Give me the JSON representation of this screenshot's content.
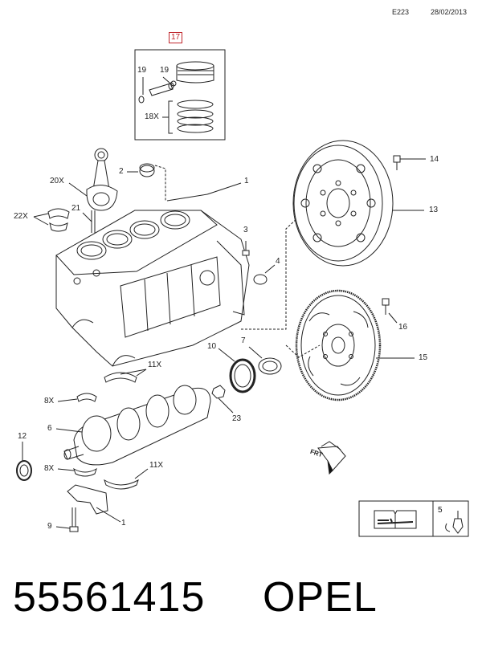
{
  "header": {
    "code": "E223",
    "date": "28/02/2013"
  },
  "highlighted_callout": "17",
  "callouts": {
    "c19a": "19",
    "c19b": "19",
    "c18x": "18X",
    "c2": "2",
    "c1top": "1",
    "c20x": "20X",
    "c21": "21",
    "c22x": "22X",
    "c3": "3",
    "c4": "4",
    "c14": "14",
    "c13": "13",
    "c16": "16",
    "c15": "15",
    "c11xa": "11X",
    "c10": "10",
    "c7": "7",
    "c8xa": "8X",
    "c6": "6",
    "c23": "23",
    "c12": "12",
    "c8xb": "8X",
    "c11xb": "11X",
    "c9": "9",
    "c1bot": "1"
  },
  "front_marker": "FRT",
  "legend_note": "5",
  "footer": {
    "part_number": "55561415",
    "brand": "OPEL"
  }
}
